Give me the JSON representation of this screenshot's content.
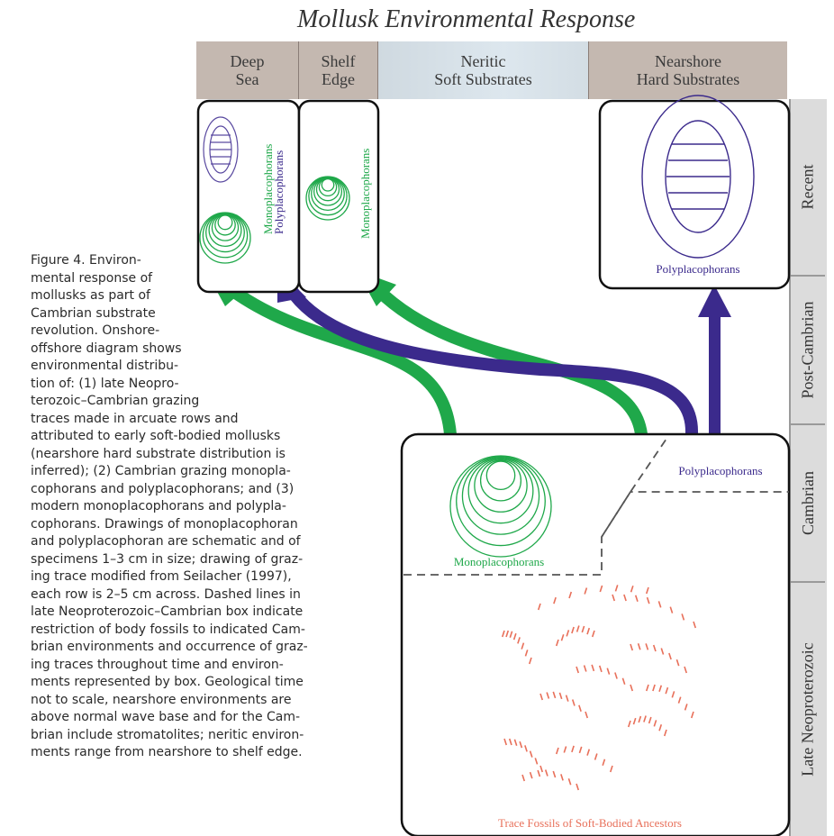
{
  "title": "Mollusk Environmental Response",
  "environments": [
    {
      "line1": "Deep",
      "line2": "Sea"
    },
    {
      "line1": "Shelf",
      "line2": "Edge"
    },
    {
      "line1": "Neritic",
      "line2": "Soft Substrates"
    },
    {
      "line1": "Nearshore",
      "line2": "Hard Substrates"
    }
  ],
  "time_periods": [
    "Recent",
    "Post-Cambrian",
    "Cambrian",
    "Late Neoproterozoic"
  ],
  "labels": {
    "monoplacophorans": "Monoplacophorans",
    "polyplacophorans": "Polyplacophorans",
    "trace_fossils": "Trace Fossils of Soft-Bodied Ancestors"
  },
  "caption_lines": [
    "Figure 4. Environ-",
    "mental response of",
    "mollusks as part of",
    "Cambrian substrate",
    "revolution. Onshore-",
    "offshore diagram shows",
    "environmental distribu-",
    "tion of: (1) late Neopro-",
    "terozoic–Cambrian grazing",
    "traces made in arcuate rows and",
    "attributed to early soft-bodied mollusks",
    "(nearshore hard substrate distribution is",
    "inferred); (2) Cambrian grazing monopla-",
    "cophorans and polyplacophorans; and (3)",
    "modern monoplacophorans and polypla-",
    "cophorans. Drawings of monoplacophoran",
    "and polyplacophoran are schematic and of",
    "specimens 1–3 cm in size; drawing of graz-",
    "ing trace modified from Seilacher (1997),",
    "each row is 2–5 cm across. Dashed lines in",
    "late Neoproterozoic–Cambrian box indicate",
    "restriction of body fossils to indicated Cam-",
    "brian environments and occurrence of graz-",
    "ing traces throughout time and environ-",
    "ments represented by box. Geological time",
    "not to scale, nearshore environments are",
    "above normal wave base and for the Cam-",
    "brian include stromatolites; neritic environ-",
    "ments range from nearshore to shelf edge."
  ],
  "colors": {
    "mono": "#1fa84a",
    "poly": "#3b2a8c",
    "trace": "#e8705a",
    "header_bg": "#bfb3ad",
    "header_bg_light": "#d6e2ea",
    "time_bg": "#dcdcdc"
  }
}
